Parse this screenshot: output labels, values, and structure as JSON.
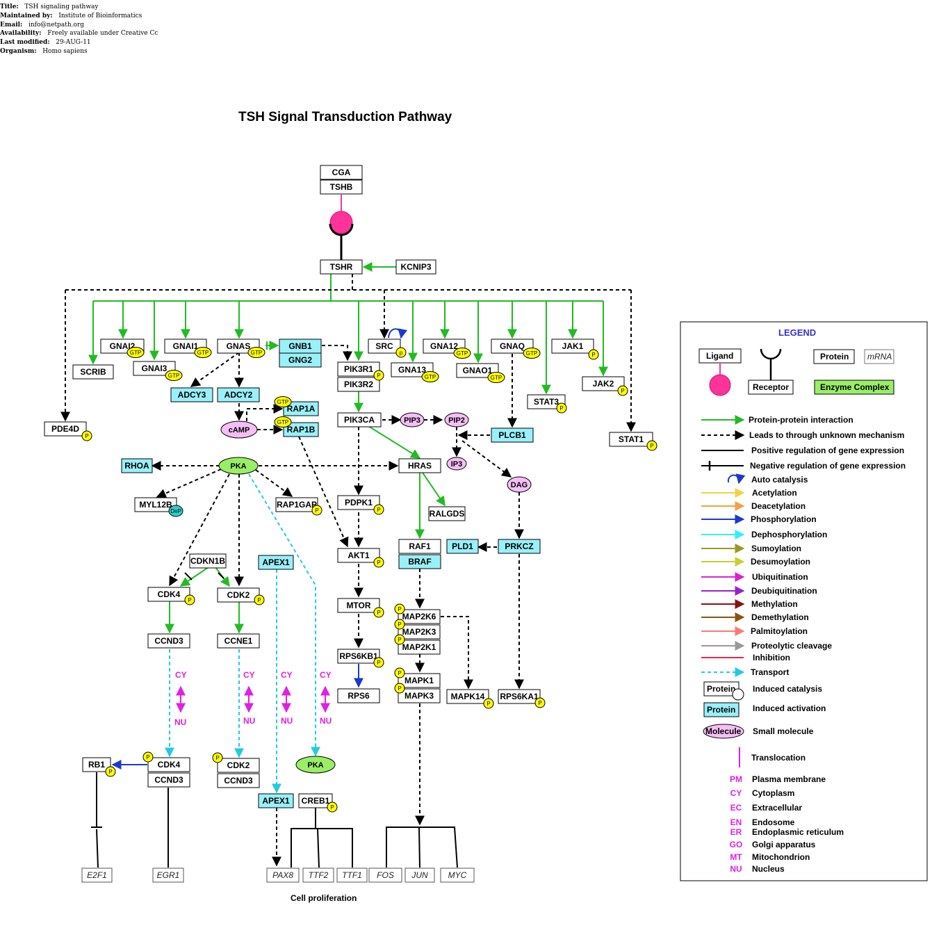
{
  "meta": {
    "title_label": "Title:",
    "title_value": "TSH signaling pathway",
    "maintained_label": "Maintained by:",
    "maintained_value": "Institute of Bioinformatics",
    "email_label": "Email:",
    "email_value": "info@netpath.org",
    "availability_label": "Availability:",
    "availability_value": "Freely available under Creative Cc",
    "modified_label": "Last modified:",
    "modified_value": "29-AUG-11",
    "organism_label": "Organism:",
    "organism_value": "Homo sapiens"
  },
  "pathway_title": "TSH Signal Transduction Pathway",
  "footer": "Cell proliferation",
  "mods": {
    "gtp": "GTP",
    "p": "P",
    "p_small": "p",
    "dep": "DeP"
  },
  "locations": {
    "cy": "CY",
    "nu": "NU"
  },
  "colors": {
    "protein_protein": "#22bb22",
    "unknown": "#000000",
    "transport": "#22ccdd",
    "phosphorylation": "#1a3acc",
    "enzyme_complex": "#99ee66",
    "induced_activation": "#99f0f8",
    "small_molecule": "#f5bff5",
    "ligand": "#ff3399",
    "mod_badge": "#ffff00",
    "location": "#e020e0"
  },
  "proteins": {
    "cga": "CGA",
    "tshb": "TSHB",
    "tshr": "TSHR",
    "kcnip3": "KCNIP3",
    "gnai2": "GNAI2",
    "gnai1": "GNAI1",
    "gnas": "GNAS",
    "gnb1": "GNB1",
    "gng2": "GNG2",
    "scrib": "SCRIB",
    "gnai3": "GNAI3",
    "adcy3": "ADCY3",
    "adcy2": "ADCY2",
    "src": "SRC",
    "gna13": "GNA13",
    "gna12": "GNA12",
    "gnao1": "GNAO1",
    "gnaq": "GNAQ",
    "jak1": "JAK1",
    "jak2": "JAK2",
    "stat3": "STAT3",
    "stat1": "STAT1",
    "pde4d": "PDE4D",
    "pik3r1": "PIK3R1",
    "pik3r2": "PIK3R2",
    "pik3ca": "PIK3CA",
    "rap1a": "RAP1A",
    "rap1b": "RAP1B",
    "plcb1": "PLCB1",
    "rhoa": "RHOA",
    "hras": "HRAS",
    "myl12b": "MYL12B",
    "rap1gap": "RAP1GAP",
    "pdpk1": "PDPK1",
    "ralgds": "RALGDS",
    "cdkn1b": "CDKN1B",
    "apex1": "APEX1",
    "akt1": "AKT1",
    "raf1": "RAF1",
    "braf": "BRAF",
    "pld1": "PLD1",
    "prkcz": "PRKCZ",
    "cdk4": "CDK4",
    "cdk2": "CDK2",
    "mtor": "MTOR",
    "map2k6": "MAP2K6",
    "map2k3": "MAP2K3",
    "map2k1": "MAP2K1",
    "ccnd3": "CCND3",
    "ccne1": "CCNE1",
    "rps6kb1": "RPS6KB1",
    "rps6": "RPS6",
    "mapk1": "MAPK1",
    "mapk3": "MAPK3",
    "mapk14": "MAPK14",
    "rps6ka1": "RPS6KA1",
    "rb1": "RB1",
    "creb1": "CREB1"
  },
  "molecules": {
    "camp": "cAMP",
    "pka": "PKA",
    "pip3": "PIP3",
    "pip2": "PIP2",
    "ip3": "IP3",
    "dag": "DAG"
  },
  "genes": {
    "e2f1": "E2F1",
    "egr1": "EGR1",
    "pax8": "PAX8",
    "ttf2": "TTF2",
    "ttf1": "TTF1",
    "fos": "FOS",
    "jun": "JUN",
    "myc": "MYC"
  },
  "legend": {
    "title": "LEGEND",
    "ligand": "Ligand",
    "receptor": "Receptor",
    "protein": "Protein",
    "mrna": "mRNA",
    "enzyme_complex": "Enzyme Complex",
    "items": [
      {
        "label": "Protein-protein interaction",
        "color": "#22bb22",
        "style": "arrow"
      },
      {
        "label": "Leads to through unknown mechanism",
        "color": "#000000",
        "style": "dashed-arrow"
      },
      {
        "label": "Positive regulation of gene expression",
        "color": "#000000",
        "style": "line"
      },
      {
        "label": "Negative regulation of gene expression",
        "color": "#000000",
        "style": "inhibit"
      },
      {
        "label": "Auto catalysis",
        "color": "#1a3acc",
        "style": "auto"
      },
      {
        "label": "Acetylation",
        "color": "#f5d040",
        "style": "arrow"
      },
      {
        "label": "Deacetylation",
        "color": "#f5a040",
        "style": "arrow"
      },
      {
        "label": "Phosphorylation",
        "color": "#1a3acc",
        "style": "arrow"
      },
      {
        "label": "Dephosphorylation",
        "color": "#33eeff",
        "style": "arrow"
      },
      {
        "label": "Sumoylation",
        "color": "#999922",
        "style": "arrow"
      },
      {
        "label": "Desumoylation",
        "color": "#cccc33",
        "style": "arrow"
      },
      {
        "label": "Ubiquitination",
        "color": "#dd22cc",
        "style": "arrow"
      },
      {
        "label": "Deubiquitination",
        "color": "#9922cc",
        "style": "arrow"
      },
      {
        "label": "Methylation",
        "color": "#881111",
        "style": "arrow"
      },
      {
        "label": "Demethylation",
        "color": "#885511",
        "style": "arrow"
      },
      {
        "label": "Palmitoylation",
        "color": "#ff7777",
        "style": "arrow"
      },
      {
        "label": "Proteolytic cleavage",
        "color": "#999999",
        "style": "arrow"
      },
      {
        "label": "Inhibition",
        "color": "#ee2255",
        "style": "line"
      },
      {
        "label": "Transport",
        "color": "#22ccdd",
        "style": "dashed-arrow"
      }
    ],
    "induced_catalysis": "Induced catalysis",
    "induced_activation": "Induced activation",
    "molecule": "Molecule",
    "small_molecule": "Small molecule",
    "translocation": "Translocation",
    "compartments": [
      {
        "code": "PM",
        "name": "Plasma membrane"
      },
      {
        "code": "CY",
        "name": "Cytoplasm"
      },
      {
        "code": "EC",
        "name": "Extracellular"
      },
      {
        "code": "EN",
        "name": "Endosome"
      },
      {
        "code": "ER",
        "name": "Endoplasmic reticulum"
      },
      {
        "code": "GO",
        "name": "Golgi apparatus"
      },
      {
        "code": "MT",
        "name": "Mitochondrion"
      },
      {
        "code": "NU",
        "name": "Nucleus"
      }
    ]
  }
}
